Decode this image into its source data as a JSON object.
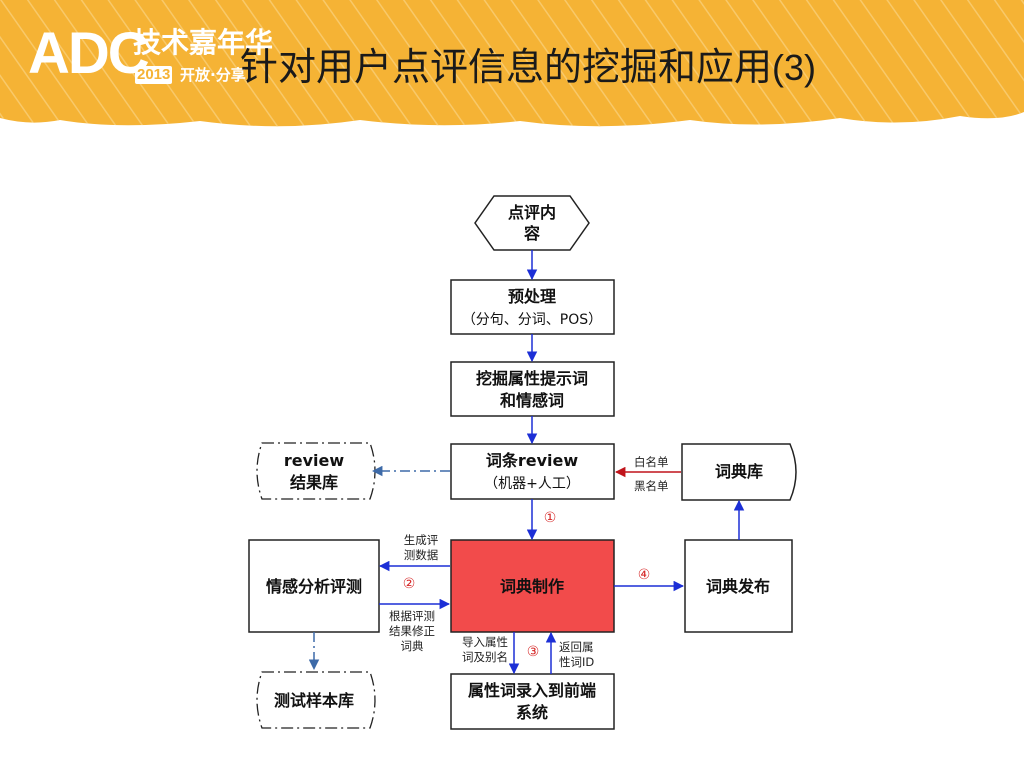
{
  "header": {
    "logo_main": "ADC",
    "logo_top": "技术嘉年华",
    "logo_year": "2013",
    "logo_sub": "开放·分享",
    "title": "针对用户点评信息的挖掘和应用",
    "title_num": "(3)"
  },
  "colors": {
    "banner": "#f5b335",
    "highlight_node": "#f24b4b",
    "flow_arrow": "#1c2fd6",
    "blacklist_arrow": "#c0141b",
    "dashed_arrow": "#3d6aa8",
    "step_number": "#d62828"
  },
  "diagram": {
    "nodes": {
      "review_content": {
        "line1": "点评内",
        "line2": "容"
      },
      "preprocess": {
        "title": "预处理",
        "sub": "（分句、分词、POS）"
      },
      "mining": {
        "line1": "挖掘属性提示词",
        "line2": "和情感词"
      },
      "entry_review": {
        "title": "词条review",
        "sub": "（机器+人工）"
      },
      "review_result": {
        "line1": "review",
        "line2": "结果库"
      },
      "dict_db": {
        "label": "词典库"
      },
      "sentiment_eval": {
        "label": "情感分析评测"
      },
      "dict_make": {
        "label": "词典制作"
      },
      "dict_publish": {
        "label": "词典发布"
      },
      "test_sample": {
        "label": "测试样本库"
      },
      "attr_import": {
        "line1": "属性词录入到前端",
        "line2": "系统"
      }
    },
    "edge_labels": {
      "whitelist": "白名单",
      "blacklist": "黑名单",
      "gen_eval_1": "生成评",
      "gen_eval_2": "测数据",
      "fix_1": "根据评测",
      "fix_2": "结果修正",
      "fix_3": "词典",
      "import_1": "导入属性",
      "import_2": "词及别名",
      "return_1": "返回属",
      "return_2": "性词ID"
    },
    "step_numbers": {
      "s1": "①",
      "s2": "②",
      "s3": "③",
      "s4": "④"
    }
  }
}
